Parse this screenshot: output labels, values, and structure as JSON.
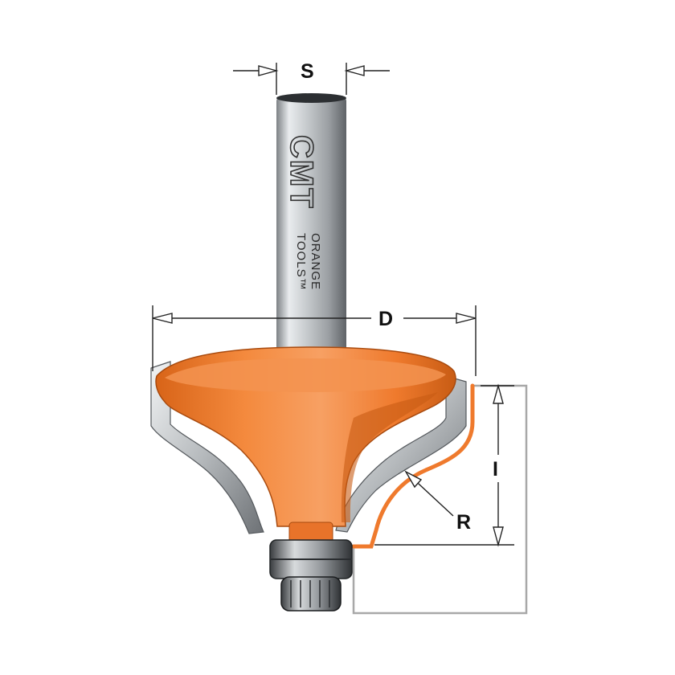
{
  "dimensions": {
    "shank": "S",
    "diameter": "D",
    "height": "I",
    "radius": "R"
  },
  "branding": {
    "logo": "CMT",
    "line1": "ORANGE",
    "line2": "TOOLS™"
  },
  "colors": {
    "body": "#ef7a2d",
    "body_shadow": "#c85c14",
    "body_highlight": "#f7a063",
    "steel": "#bfc3c6",
    "steel_dark": "#6f7377",
    "dimension_line": "#222222",
    "profile_line": "#ef7a2d",
    "workpiece_line": "#a8a8a8"
  }
}
